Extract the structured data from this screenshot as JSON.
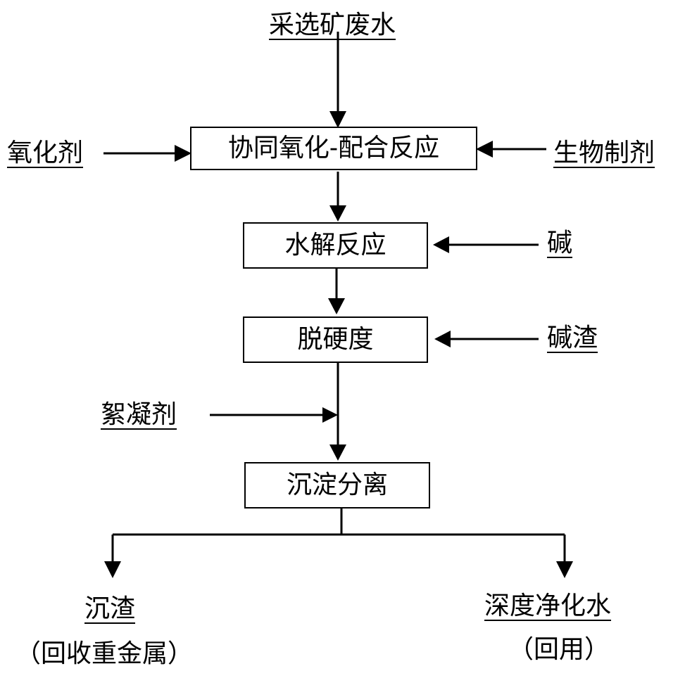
{
  "inputs": {
    "wastewater": "采选矿废水",
    "oxidant": "氧化剂",
    "bio_agent": "生物制剂",
    "alkali": "碱",
    "alkali_slag": "碱渣",
    "flocculant": "絮凝剂"
  },
  "steps": {
    "co_oxidation": "协同氧化-配合反应",
    "hydrolysis": "水解反应",
    "dehardening": "脱硬度",
    "sedimentation": "沉淀分离"
  },
  "outputs": {
    "sludge": "沉渣",
    "sludge_note": "（回收重金属）",
    "clean_water": "深度净化水",
    "clean_water_note": "（回用）"
  }
}
